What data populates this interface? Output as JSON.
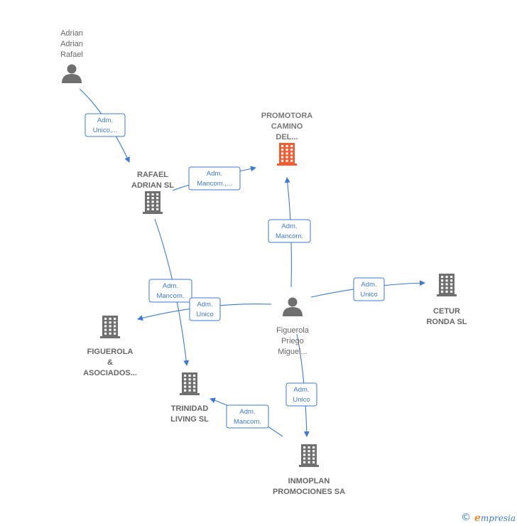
{
  "colors": {
    "link": "#3a7bd5",
    "person": "#6f6f6f",
    "company": "#6f6f6f",
    "focus_company": "#f25c2e"
  },
  "nodes": [
    {
      "id": "adrian",
      "kind": "person",
      "icon": "person-icon",
      "lines": [
        "Adrian",
        "Adrian",
        "Rafael"
      ]
    },
    {
      "id": "promotora",
      "kind": "company-focus",
      "icon": "building-icon",
      "lines": [
        "PROMOTORA",
        "CAMINO",
        "DEL..."
      ]
    },
    {
      "id": "rafael-sl",
      "kind": "company",
      "icon": "building-icon",
      "lines": [
        "RAFAEL",
        "ADRIAN SL"
      ]
    },
    {
      "id": "figuerola-person",
      "kind": "person",
      "icon": "person-icon",
      "lines": [
        "Figuerola",
        "Priego",
        "Miguel..."
      ]
    },
    {
      "id": "cetur",
      "kind": "company",
      "icon": "building-icon",
      "lines": [
        "CETUR",
        "RONDA SL"
      ]
    },
    {
      "id": "figuerola-asoc",
      "kind": "company",
      "icon": "building-icon",
      "lines": [
        "FIGUEROLA",
        "&",
        "ASOCIADOS..."
      ]
    },
    {
      "id": "trinidad",
      "kind": "company",
      "icon": "building-icon",
      "lines": [
        "TRINIDAD",
        "LIVING  SL"
      ]
    },
    {
      "id": "inmoplan",
      "kind": "company",
      "icon": "building-icon",
      "lines": [
        "INMOPLAN",
        "PROMOCIONES SA"
      ]
    }
  ],
  "edges": [
    {
      "from": "adrian",
      "to": "rafael-sl",
      "label": [
        "Adm.",
        "Unico,..."
      ]
    },
    {
      "from": "rafael-sl",
      "to": "promotora",
      "label": [
        "Adm.",
        "Mancom.,..."
      ]
    },
    {
      "from": "rafael-sl",
      "to": "trinidad",
      "label": [
        "Adm.",
        "Mancom."
      ]
    },
    {
      "from": "figuerola-person",
      "to": "promotora",
      "label": [
        "Adm.",
        "Mancom."
      ]
    },
    {
      "from": "figuerola-person",
      "to": "figuerola-asoc",
      "label": [
        "Adm.",
        "Unico"
      ]
    },
    {
      "from": "figuerola-person",
      "to": "cetur",
      "label": [
        "Adm.",
        "Unico"
      ]
    },
    {
      "from": "figuerola-person",
      "to": "inmoplan",
      "label": [
        "Adm.",
        "Unico"
      ]
    },
    {
      "from": "inmoplan",
      "to": "trinidad",
      "label": [
        "Adm.",
        "Mancom."
      ]
    }
  ],
  "footer": {
    "copyright": "©",
    "brand_first": "e",
    "brand_rest": "mpresia"
  }
}
